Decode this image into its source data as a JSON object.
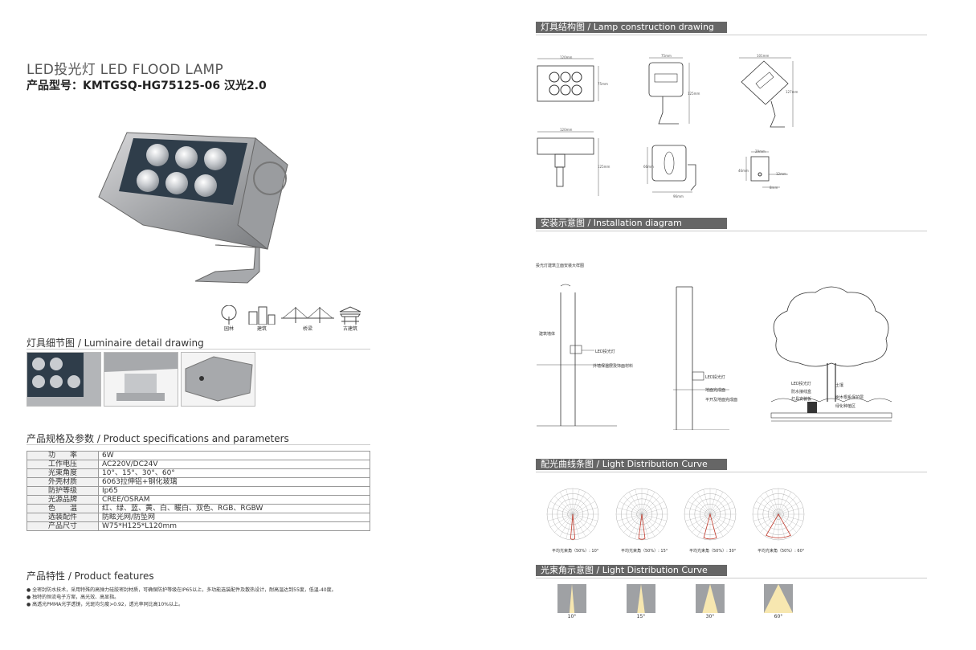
{
  "left": {
    "title_line1": "LED投光灯 LED FLOOD LAMP",
    "title_line2": "产品型号：KMTGSQ-HG75125-06 汉光2.0",
    "applications": [
      {
        "label": "园林",
        "icon": "tree-icon"
      },
      {
        "label": "建筑",
        "icon": "building-icon"
      },
      {
        "label": "桥梁",
        "icon": "bridge-icon"
      },
      {
        "label": "古建筑",
        "icon": "pagoda-icon"
      }
    ],
    "detail_title": "灯具细节图 / Luminaire detail drawing",
    "specs_title": "产品规格及参数 / Product specifications and parameters",
    "specs": [
      {
        "key": "功　　率",
        "value": "6W"
      },
      {
        "key": "工作电压",
        "value": "AC220V/DC24V"
      },
      {
        "key": "光束角度",
        "value": "10°、15°、30°、60°"
      },
      {
        "key": "外壳材质",
        "value": "6063拉伸铝+钢化玻璃"
      },
      {
        "key": "防护等级",
        "value": "Ip65"
      },
      {
        "key": "光源品牌",
        "value": "CREE/OSRAM"
      },
      {
        "key": "色　　温",
        "value": "红、绿、蓝、黄、白、暖白、双色、RGB、RGBW"
      },
      {
        "key": "选装配件",
        "value": "防眩光网/防坠网"
      },
      {
        "key": "产品尺寸",
        "value": "W75*H125*L120mm"
      }
    ],
    "features_title": "产品特性 / Product features",
    "features": [
      "● 全密封防水技术，采用特殊的高弹力硅胶密封材质，可确保防护等级在IP65以上，多功能选装配件及散热设计，耐高温达到55度，低温-40度。",
      "● 独特的恒流电子方案，高光效、高显指。",
      "● 高透光PMMA光学透镜，光斑均匀度>0.92，透光率同比高10%以上。"
    ]
  },
  "right": {
    "construction_title": "灯具结构图 / Lamp construction drawing",
    "dims": {
      "w120a": "120mm",
      "h75": "75mm",
      "w75": "75mm",
      "h125a": "125mm",
      "w101": "101mm",
      "h127": "127mm",
      "w120b": "120mm",
      "h125b": "125mm",
      "h66": "66mm",
      "w96": "96mm",
      "w29": "29mm",
      "h46": "46mm",
      "d12": "12mm",
      "d8": "8mm"
    },
    "installation_title": "安装示意图 / Installation diagram",
    "installation_note": "投光灯建筑立面安装大样图",
    "install_labels": [
      "建筑墙体",
      "LED投光灯",
      "外墙保温层及饰面材料",
      "LED投光灯",
      "地面完成面",
      "平开及地面完成面",
      "LED投光灯",
      "防水接线盒",
      "灯具安装板",
      "土壤",
      "树木根系保护层",
      "绿化种植区"
    ],
    "curve_title": "配光曲线条图 / Light Distribution Curve",
    "curves": [
      {
        "label": "平均光束角（50%）: 10°"
      },
      {
        "label": "平均光束角（50%）: 15°"
      },
      {
        "label": "平均光束角（50%）: 30°"
      },
      {
        "label": "平均光束角（50%）: 60°"
      }
    ],
    "beam_title": "光束角示意图 / Light Distribution Curve",
    "beams": [
      {
        "label": "10°",
        "angle": 10
      },
      {
        "label": "15°",
        "angle": 15
      },
      {
        "label": "30°",
        "angle": 30
      },
      {
        "label": "60°",
        "angle": 60
      }
    ]
  }
}
